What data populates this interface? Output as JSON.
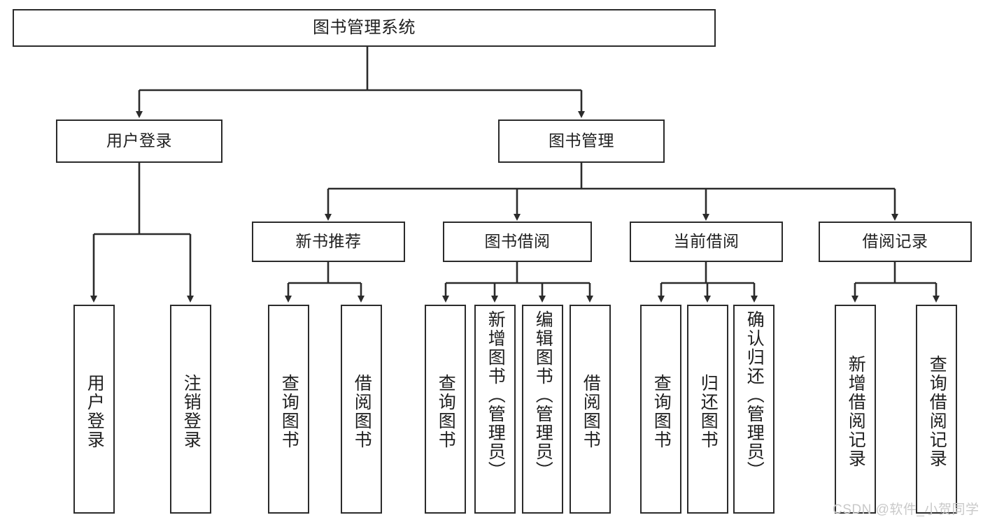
{
  "diagram": {
    "title": "图书管理系统",
    "watermark": "CSDN @软件_小贺同学",
    "line_color": "#2b2b2b",
    "box_fill": "#ffffff",
    "text_color": "#1f1f1f",
    "watermark_color": "#c9c9c9"
  },
  "root": {
    "label": "图书管理系统"
  },
  "level1": [
    {
      "label": "用户登录"
    },
    {
      "label": "图书管理"
    }
  ],
  "level2": [
    {
      "label": "新书推荐"
    },
    {
      "label": "图书借阅"
    },
    {
      "label": "当前借阅"
    },
    {
      "label": "借阅记录"
    }
  ],
  "leaves": {
    "user_login": [
      {
        "label": "用户登录"
      },
      {
        "label": "注销登录"
      }
    ],
    "new_book_recommend": [
      {
        "label": "查询图书"
      },
      {
        "label": "借阅图书"
      }
    ],
    "book_borrow": [
      {
        "label": "查询图书"
      },
      {
        "label": "新增图书（管理员）"
      },
      {
        "label": "编辑图书（管理员）"
      },
      {
        "label": "借阅图书"
      }
    ],
    "current_borrow": [
      {
        "label": "查询图书"
      },
      {
        "label": "归还图书"
      },
      {
        "label": "确认归还（管理员）"
      }
    ],
    "borrow_record": [
      {
        "label": "新增借阅记录"
      },
      {
        "label": "查询借阅记录"
      }
    ]
  }
}
